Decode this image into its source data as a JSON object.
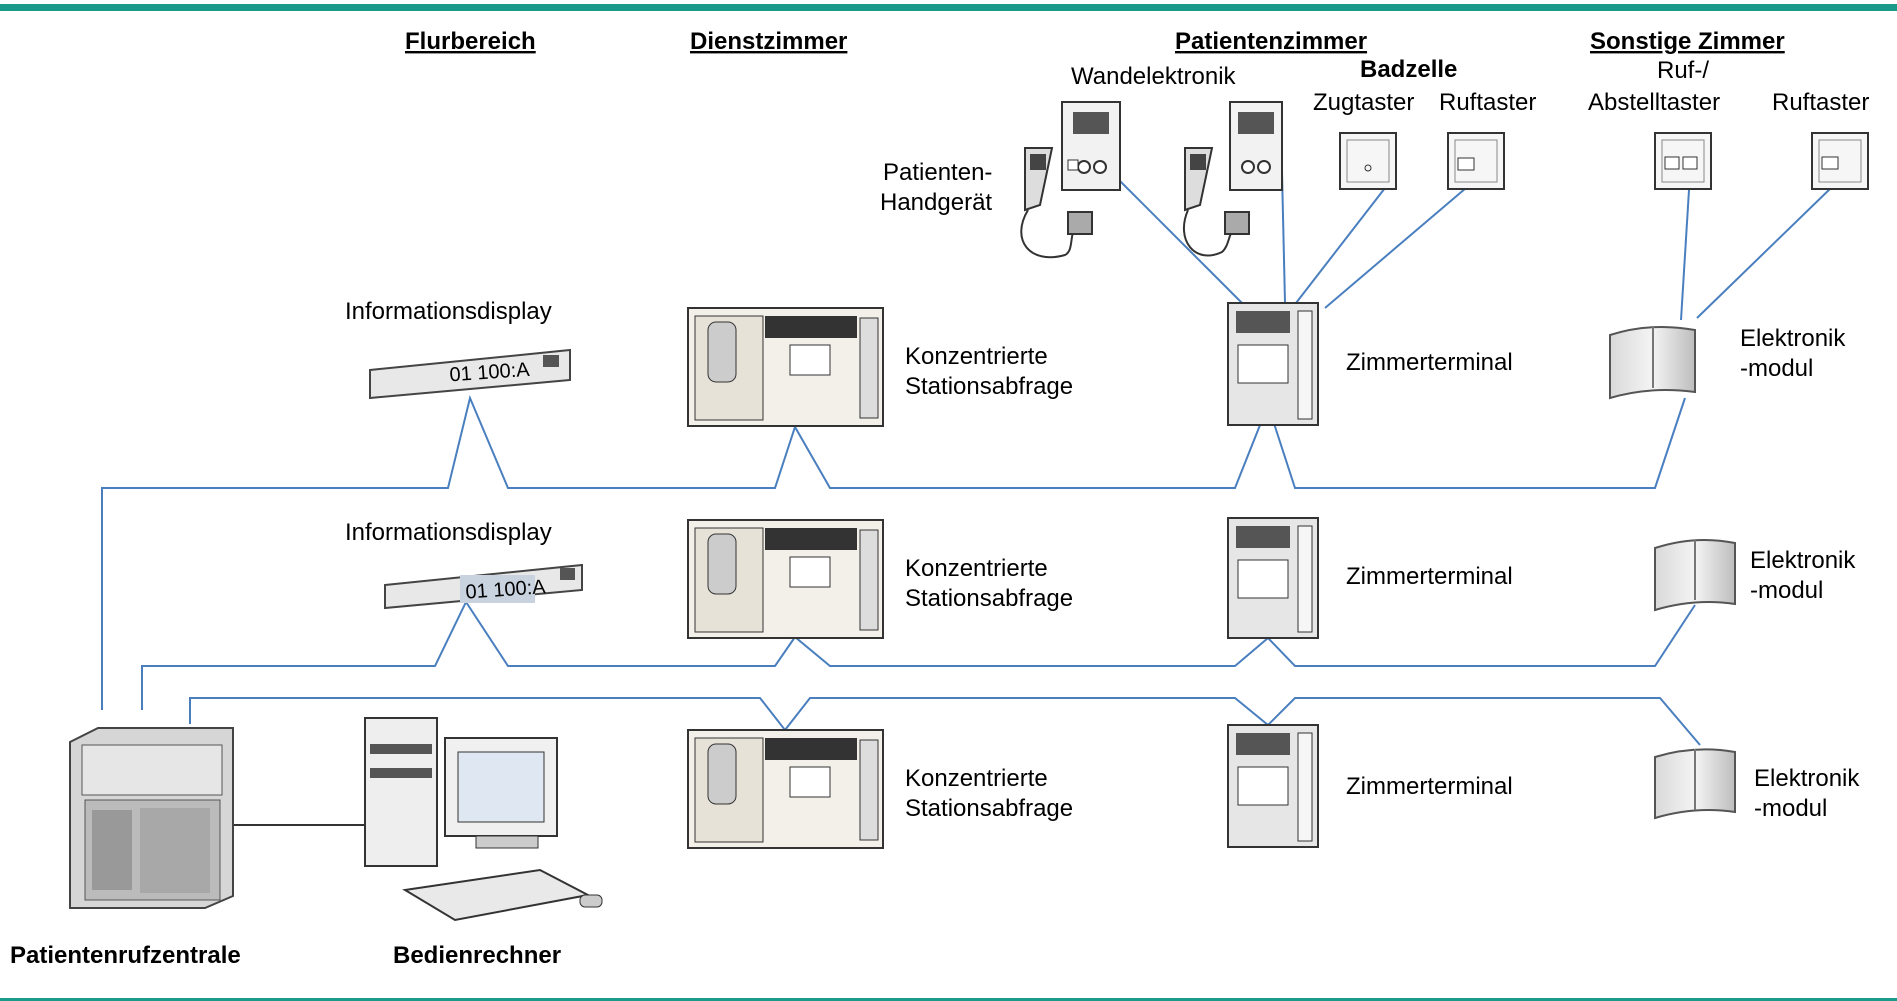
{
  "headers": {
    "hallway": "Flurbereich",
    "staff_room": "Dienstzimmer",
    "patient_room": "Patientenzimmer",
    "other_rooms": "Sonstige Zimmer",
    "bathroom": "Badzelle"
  },
  "labels": {
    "wall_electronics": "Wandelektronik",
    "pull_switch": "Zugtaster",
    "call_button": "Ruftaster",
    "call_cancel_1": "Ruf-/",
    "call_cancel_2": "Abstelltaster",
    "call_button_2": "Ruftaster",
    "handset_1": "Patienten-",
    "handset_2": "Handgerät",
    "info_display": "Informationsdisplay",
    "station_query_1": "Konzentrierte",
    "station_query_2": "Stationsabfrage",
    "room_terminal": "Zimmerterminal",
    "electronic_module_a": "Elektronik",
    "electronic_module_b": "-modul",
    "central_unit": "Patientenrufzentrale",
    "operator_pc": "Bedienrechner",
    "display_text": "01  100:A"
  },
  "colors": {
    "rule": "#1a9a8a",
    "connector": "#4a7fbf"
  }
}
